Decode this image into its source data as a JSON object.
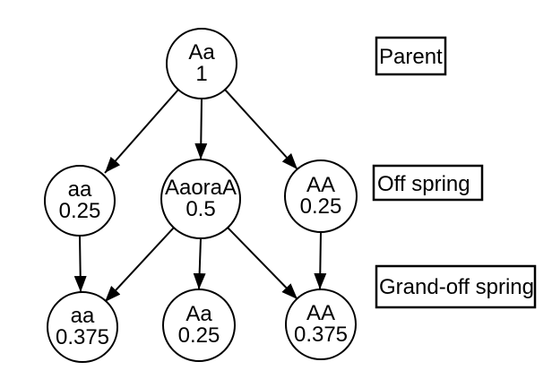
{
  "diagram": {
    "background_color": "#ffffff",
    "line_color": "#000000",
    "nodes": {
      "parent": {
        "genotype": "Aa",
        "probability": "1"
      },
      "offspring_recessive": {
        "genotype": "aa",
        "probability": "0.25"
      },
      "offspring_hetero": {
        "genotype": "AaoraA",
        "probability": "0.5"
      },
      "offspring_dominant": {
        "genotype": "AA",
        "probability": "0.25"
      },
      "grand_recessive": {
        "genotype": "aa",
        "probability": "0.375"
      },
      "grand_hetero": {
        "genotype": "Aa",
        "probability": "0.25"
      },
      "grand_dominant": {
        "genotype": "AA",
        "probability": "0.375"
      }
    },
    "generation_labels": {
      "parent": "Parent",
      "offspring": "Off spring",
      "grand_offspring": "Grand-off spring"
    }
  }
}
